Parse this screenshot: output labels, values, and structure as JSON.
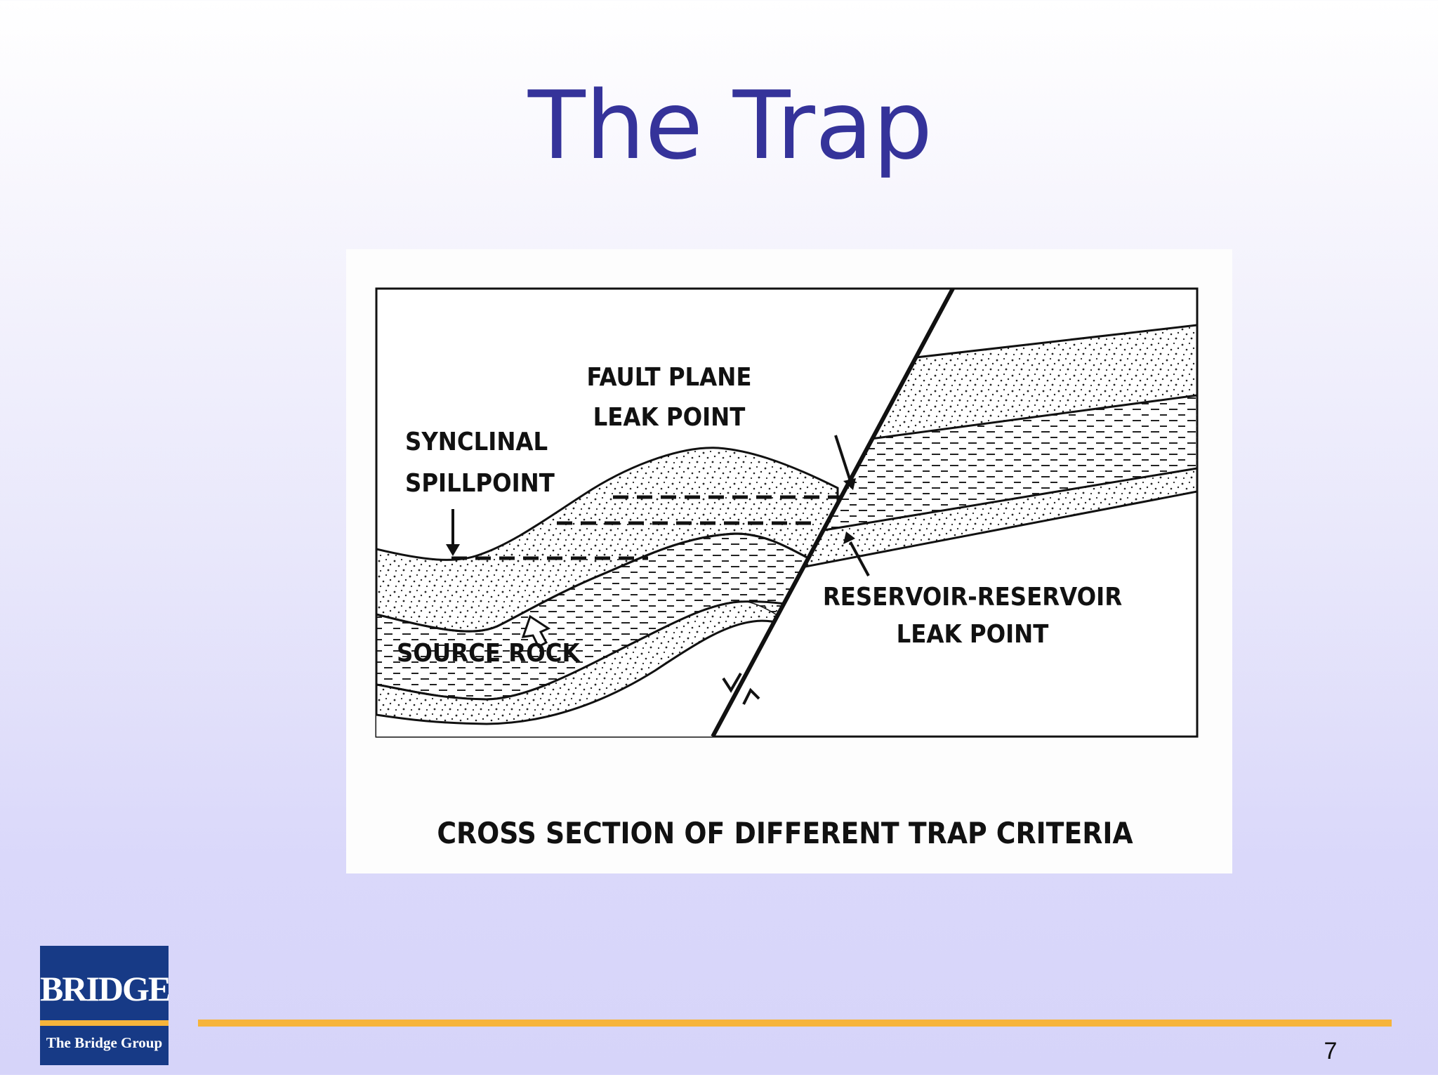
{
  "slide": {
    "title": "The Trap",
    "page_number": "7"
  },
  "diagram": {
    "labels": {
      "fault_plane_line1": "FAULT PLANE",
      "fault_plane_line2": "LEAK POINT",
      "synclinal_line1": "SYNCLINAL",
      "synclinal_line2": "SPILLPOINT",
      "reservoir_line1": "RESERVOIR-RESERVOIR",
      "reservoir_line2": "LEAK POINT",
      "source_rock": "SOURCE ROCK",
      "caption": "CROSS SECTION OF DIFFERENT TRAP CRITERIA"
    }
  },
  "logo": {
    "wordmark": "BRIDGE",
    "subtitle": "The Bridge Group"
  }
}
